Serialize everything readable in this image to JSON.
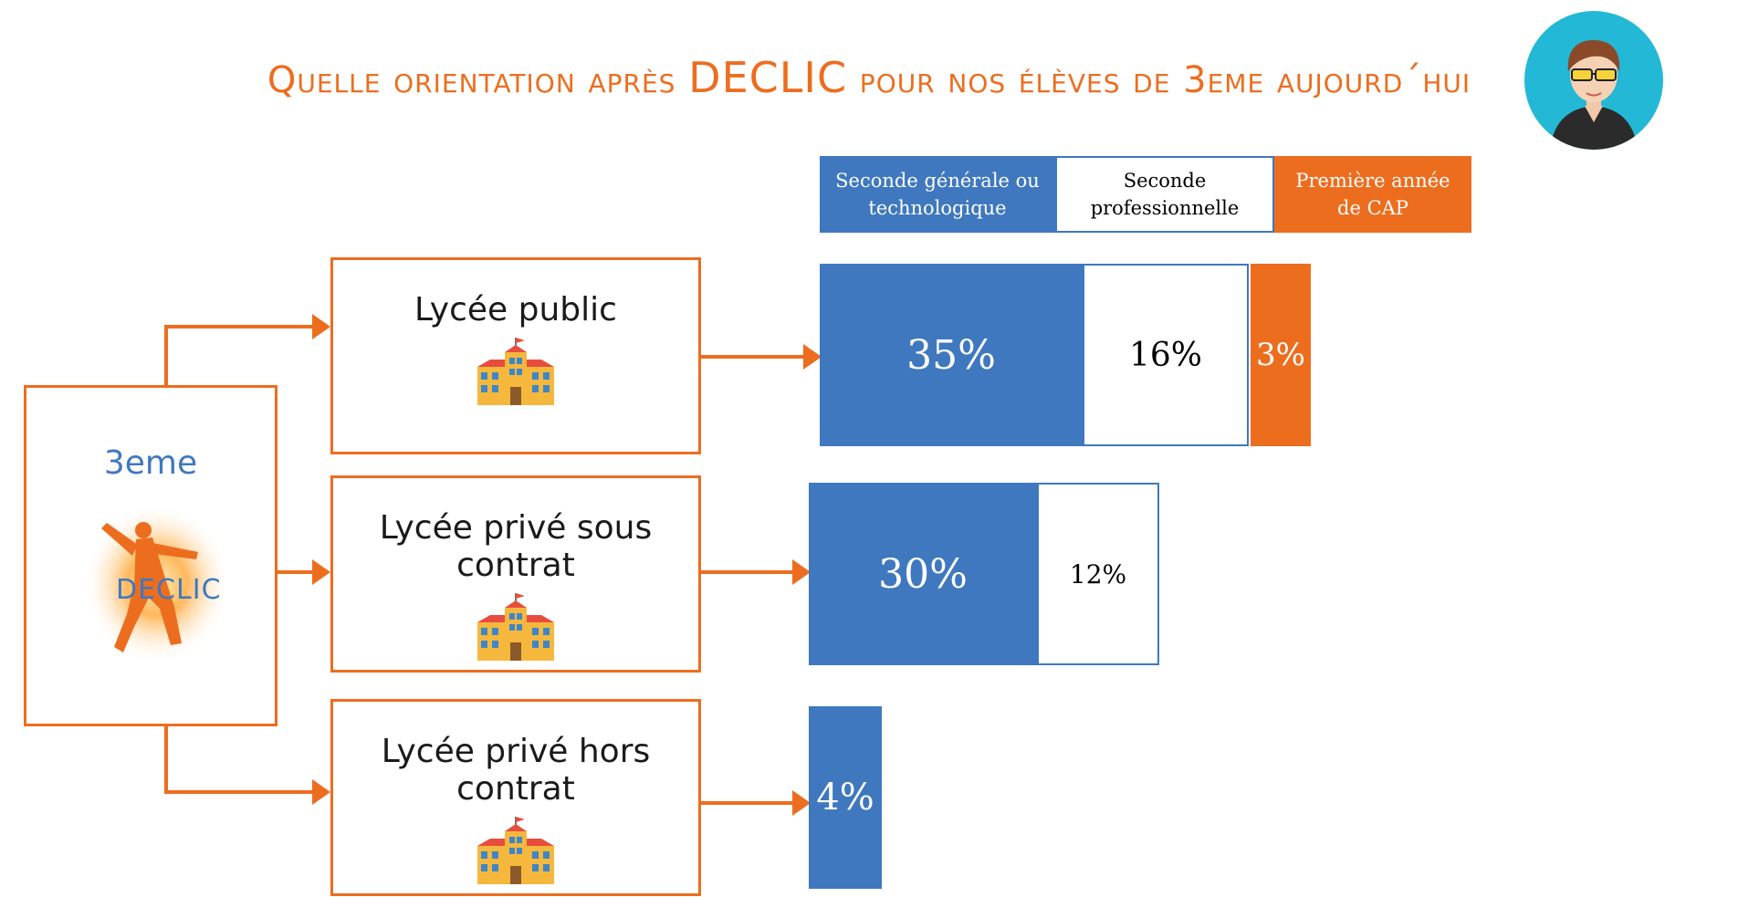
{
  "title": {
    "pre": "Quelle orientation après ",
    "brand": "DECLIC",
    "post": " pour nos élèves de 3eme aujourd´hui"
  },
  "legend": [
    {
      "label": "Seconde générale ou technologique",
      "color": "#3F78BF"
    },
    {
      "label": "Seconde professionnelle",
      "color": "#FFFFFF"
    },
    {
      "label": "Première année de CAP",
      "color": "#ED6D1F"
    }
  ],
  "source": {
    "label": "3eme",
    "logo_text": "DECLIC"
  },
  "rows": [
    {
      "label": "Lycée public",
      "icon": "school-building-icon",
      "values": [
        "35%",
        "16%",
        "3%"
      ]
    },
    {
      "label": "Lycée privé sous contrat",
      "icon": "school-building-icon",
      "values": [
        "30%",
        "12%"
      ]
    },
    {
      "label": "Lycée privé hors contrat",
      "icon": "school-building-icon",
      "values": [
        "4%"
      ]
    }
  ],
  "colors": {
    "accent": "#ED6D1F",
    "blue": "#3F78BF",
    "avatar_bg": "#23B8D6"
  },
  "avatar_icon": "person-with-sunglasses-icon"
}
